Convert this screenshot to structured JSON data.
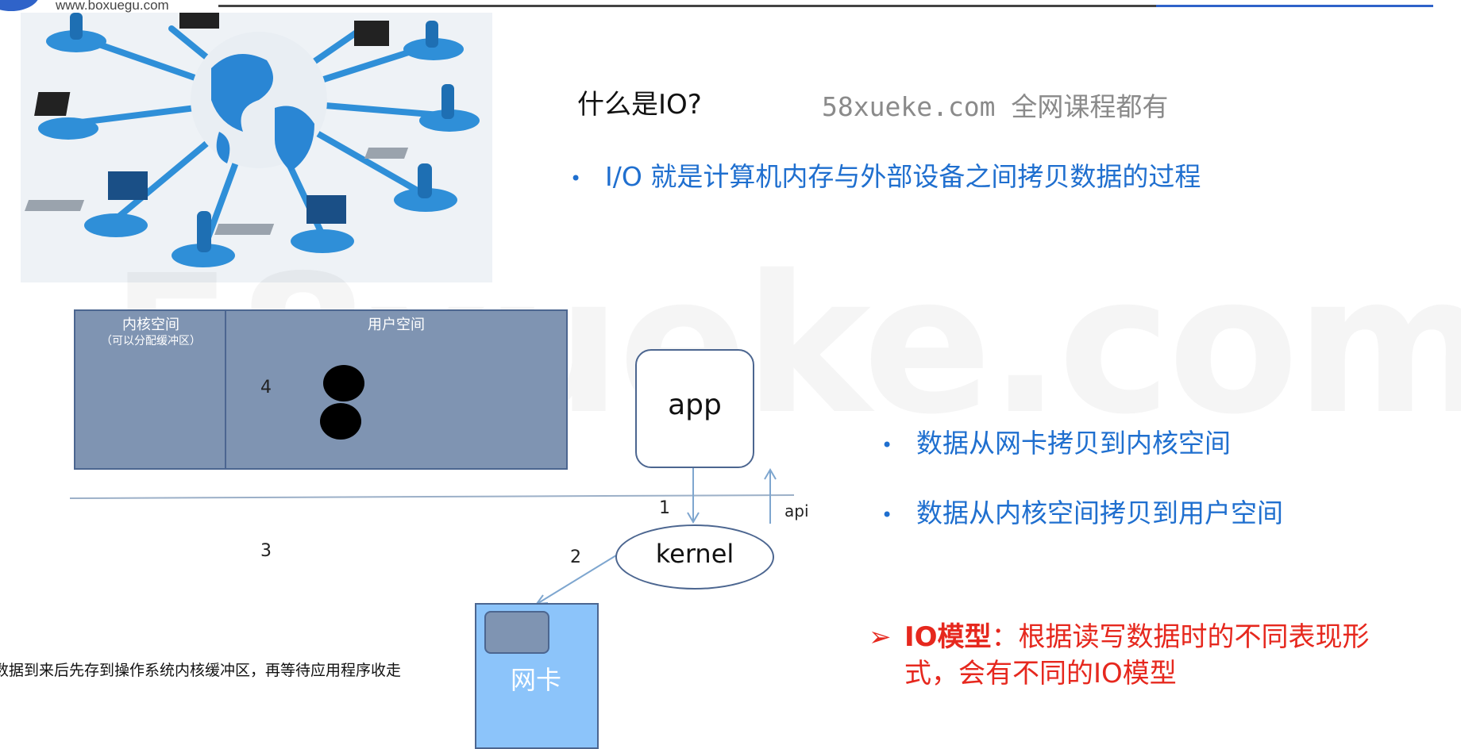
{
  "header": {
    "site_url": "www.boxuegu.com"
  },
  "watermark": "58xueke.com",
  "slide": {
    "title": "什么是IO?",
    "site_tag": "58xueke.com 全网课程都有",
    "definition_bullet": "I/O 就是计算机内存与外部设备之间拷贝数据的过程",
    "steps": [
      "数据从网卡拷贝到内核空间",
      "数据从内核空间拷贝到用户空间"
    ],
    "io_model": {
      "label": "IO模型",
      "text_line1": "：根据读写数据时的不同表现形",
      "text_line2": "式，会有不同的IO模型"
    }
  },
  "diagram": {
    "kernel_space": "内核空间",
    "kernel_space_sub": "（可以分配缓冲区）",
    "user_space": "用户空间",
    "app": "app",
    "kernel": "kernel",
    "api": "api",
    "nic": "网卡",
    "numbers": {
      "n1": "1",
      "n2": "2",
      "n3": "3",
      "n4": "4"
    },
    "note": "数据到来后先存到操作系统内核缓冲区，再等待应用程序收走"
  },
  "colors": {
    "accent_blue": "#1f6fcf",
    "alert_red": "#e6281e",
    "box_fill": "#7f94b2",
    "nic_fill": "#8cc4fa"
  },
  "icons": {
    "arrow_bullet": "right-arrow-icon",
    "network_image": "globe-network-icon"
  }
}
